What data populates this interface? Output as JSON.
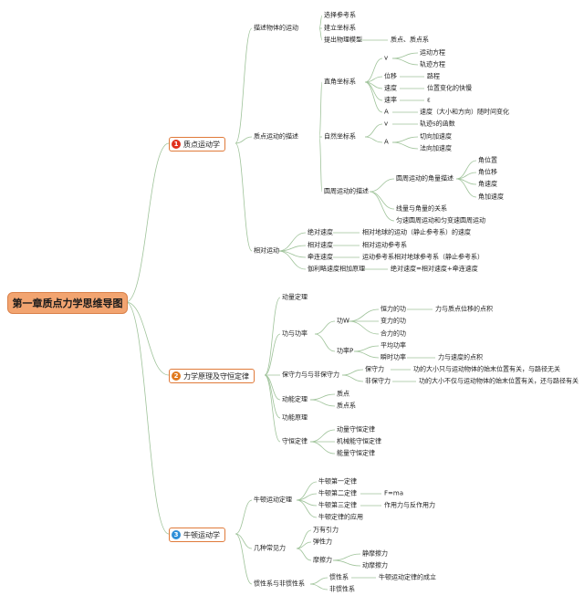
{
  "root": "第一章质点力学思维导图",
  "colors": {
    "root_fill": "#f2a470",
    "l1_border": "#e07a3a",
    "badge_1": "#e0301e",
    "badge_2": "#e07a1e",
    "badge_3": "#2e8fd8",
    "link": "#9fc39a"
  },
  "branches": [
    {
      "num": "1",
      "label": "质点运动学",
      "children": [
        {
          "label": "描述物体的运动",
          "children": [
            "选择参考系",
            "建立坐标系",
            "提出物理模型",
            "质点、质点系"
          ]
        },
        {
          "label": "质点运动的描述",
          "cartesian": {
            "label": "直角坐标系",
            "v": "v",
            "v_items": [
              "运动方程",
              "轨迹方程"
            ],
            "rows": [
              [
                "位移",
                "路程"
              ],
              [
                "速度",
                "位置变化的快慢"
              ],
              [
                "速率",
                "ε"
              ],
              [
                "A",
                "速度（大小和方向）随时间变化"
              ]
            ]
          },
          "natural": {
            "label": "自然坐标系",
            "v": "v",
            "v_item": "轨迹s的函数",
            "a": "A",
            "a_items": [
              "切向加速度",
              "法向加速度"
            ]
          },
          "circular": {
            "label": "圆周运动的描述",
            "angular": "圆周运动的角量描述",
            "angular_items": [
              "角位置",
              "角位移",
              "角速度",
              "角加速度"
            ],
            "items": [
              "线量与角量的关系",
              "匀速圆周运动和匀变速圆周运动"
            ]
          }
        },
        {
          "label": "相对运动",
          "rows": [
            [
              "绝对速度",
              "相对地球的运动（静止参考系）的速度"
            ],
            [
              "相对速度",
              "相对运动参考系"
            ],
            [
              "牵连速度",
              "运动参考系相对地球参考系（静止参考系）"
            ],
            [
              "伽利略速度相加原理",
              "绝对速度=相对速度+牵连速度"
            ]
          ]
        }
      ]
    },
    {
      "num": "2",
      "label": "力学原理及守恒定律",
      "children": {
        "momentum": "动量定理",
        "work_power": {
          "label": "功与功率",
          "work": "功W",
          "work_items": [
            "恒力的功",
            "变力的功",
            "合力的功"
          ],
          "work_note": "力与质点位移的点积",
          "power": "功率P",
          "power_items": [
            "平均功率",
            "瞬时功率"
          ],
          "power_note": "力与速度的点积"
        },
        "forces": {
          "label": "保守力与与非保守力",
          "rows": [
            [
              "保守力",
              "功的大小只与运动物体的始末位置有关，与路径无关"
            ],
            [
              "非保守力",
              "功的大小不仅与运动物体的始末位置有关，还与路径有关"
            ]
          ]
        },
        "ang_momentum": {
          "label": "动能定理",
          "items": [
            "质点",
            "质点系"
          ]
        },
        "energy": "功能原理",
        "conservation": {
          "label": "守恒定律",
          "items": [
            "动量守恒定律",
            "机械能守恒定律",
            "能量守恒定律"
          ]
        }
      }
    },
    {
      "num": "3",
      "label": "牛顿运动学",
      "children": {
        "laws": {
          "label": "牛顿运动定理",
          "items": [
            "牛顿第一定律",
            "牛顿第二定律",
            "牛顿第三定律",
            "牛顿定律的应用"
          ],
          "second_note": "F=ma",
          "third_note": "作用力与反作用力"
        },
        "forces": {
          "label": "几种常见力",
          "items": [
            "万有引力",
            "弹性力",
            "摩擦力"
          ],
          "friction_items": [
            "静摩擦力",
            "动摩擦力"
          ]
        },
        "frames": {
          "label": "惯性系与非惯性系",
          "items": [
            "惯性系",
            "非惯性系"
          ],
          "note": "牛顿运动定律的成立"
        }
      }
    }
  ]
}
